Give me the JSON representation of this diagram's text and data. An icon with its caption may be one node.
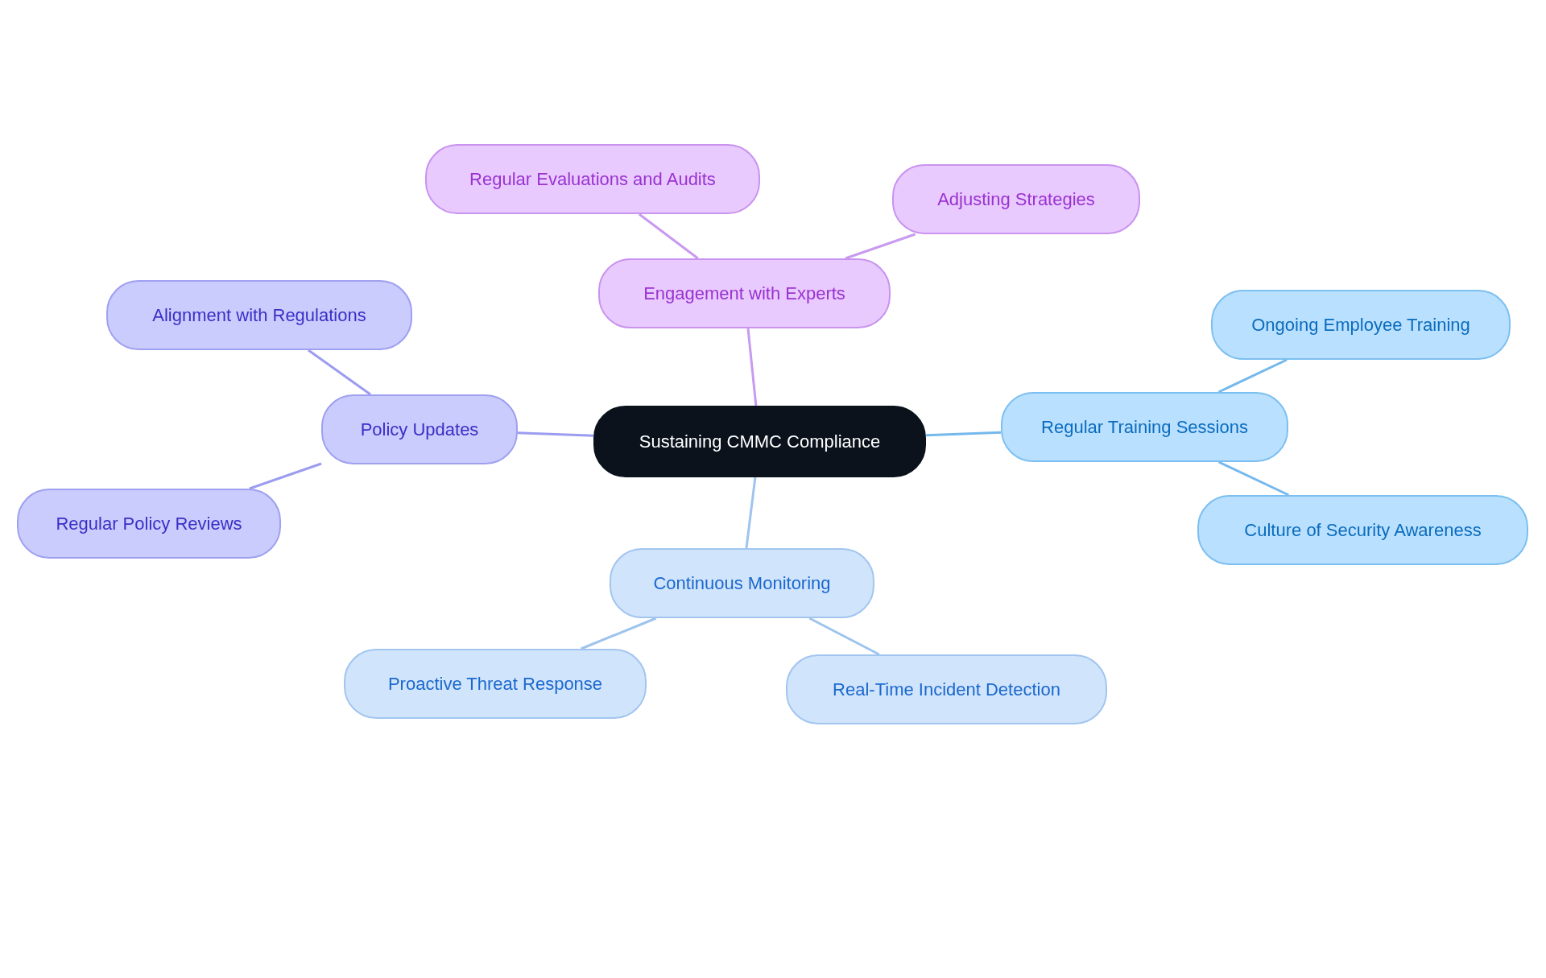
{
  "diagram": {
    "nodes": [
      {
        "text": [
          "Sustaining CMMC Compliance"
        ]
      },
      {
        "text": [
          "Engagement with Experts"
        ]
      },
      {
        "text": [
          "Regular Evaluations and Audits"
        ]
      },
      {
        "text": [
          "Adjusting Strategies"
        ]
      },
      {
        "text": [
          "Policy Updates"
        ]
      },
      {
        "text": [
          "Alignment with Regulations"
        ]
      },
      {
        "text": [
          "Regular Policy Reviews"
        ]
      },
      {
        "text": [
          "Regular Training Sessions"
        ]
      },
      {
        "text": [
          "Ongoing Employee Training"
        ]
      },
      {
        "text": [
          "Culture of Security Awareness"
        ]
      },
      {
        "text": [
          "Continuous Monitoring"
        ]
      },
      {
        "text": [
          "Proactive Threat Response"
        ]
      },
      {
        "text": [
          "Real-Time Incident Detection"
        ]
      }
    ],
    "edges": [
      {
        "from": 0,
        "to": 1,
        "arrow": "none",
        "color": "#c89af0"
      },
      {
        "from": 1,
        "to": 2,
        "arrow": "none",
        "color": "#c89af0"
      },
      {
        "from": 1,
        "to": 3,
        "arrow": "none",
        "color": "#c89af0"
      },
      {
        "from": 0,
        "to": 4,
        "arrow": "none",
        "color": "#9c9cf0"
      },
      {
        "from": 4,
        "to": 5,
        "arrow": "none",
        "color": "#9c9cf0"
      },
      {
        "from": 4,
        "to": 6,
        "arrow": "none",
        "color": "#9c9cf0"
      },
      {
        "from": 0,
        "to": 7,
        "arrow": "none",
        "color": "#74b8ec"
      },
      {
        "from": 7,
        "to": 8,
        "arrow": "none",
        "color": "#74b8ec"
      },
      {
        "from": 7,
        "to": 9,
        "arrow": "none",
        "color": "#74b8ec"
      },
      {
        "from": 0,
        "to": 10,
        "arrow": "none",
        "color": "#9ec4ee"
      },
      {
        "from": 10,
        "to": 11,
        "arrow": "none",
        "color": "#9ec4ee"
      },
      {
        "from": 10,
        "to": 12,
        "arrow": "none",
        "color": "#9ec4ee"
      }
    ]
  }
}
